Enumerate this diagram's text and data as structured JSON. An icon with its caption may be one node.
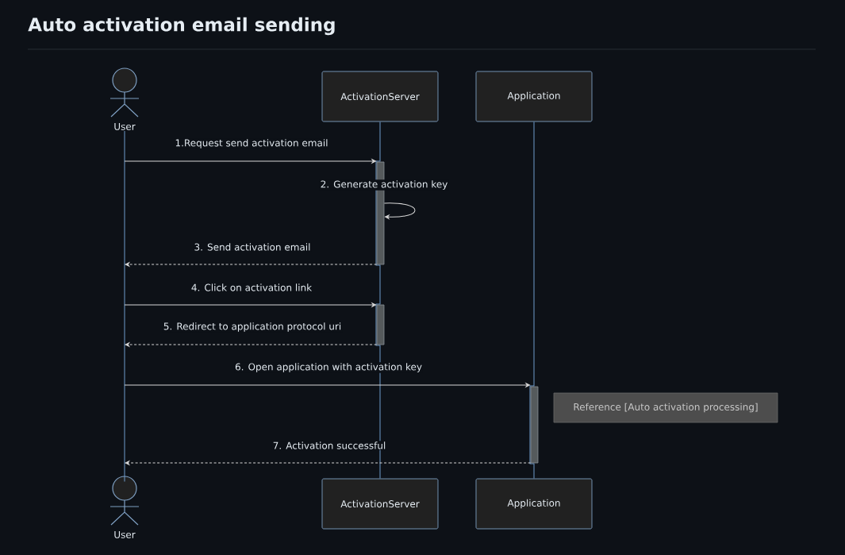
{
  "diagram": {
    "title": "Auto activation email sending",
    "nodes": [
      {
        "text": [
          "User"
        ]
      },
      {
        "text": [
          "ActivationServer"
        ]
      },
      {
        "text": [
          "Application"
        ]
      },
      {
        "text": [],
        "shape": "bar"
      },
      {
        "text": [],
        "shape": "bar"
      },
      {
        "text": [],
        "shape": "bar"
      },
      {
        "text": [
          "Reference [Auto activation processing]"
        ]
      },
      {
        "text": [
          "User"
        ]
      },
      {
        "text": [
          "ActivationServer"
        ]
      },
      {
        "text": [
          "Application"
        ]
      }
    ],
    "edges": [
      {
        "from": null,
        "to": 3,
        "arrow": "to",
        "label": "1.Request send activation email"
      },
      {
        "from": 3,
        "to": 3,
        "arrow": "to",
        "label": "2. Generate activation key"
      },
      {
        "from": 3,
        "to": null,
        "arrow": "to",
        "label": "3. Send activation email",
        "style": "dashed"
      },
      {
        "from": null,
        "to": 4,
        "arrow": "to",
        "label": "4. Click on activation link"
      },
      {
        "from": 4,
        "to": null,
        "arrow": "to",
        "label": "5. Redirect to application protocol uri",
        "style": "dashed"
      },
      {
        "from": null,
        "to": 5,
        "arrow": "to",
        "label": "6. Open application with activation key"
      },
      {
        "from": 5,
        "to": null,
        "arrow": "to",
        "label": "7. Activation successful",
        "style": "dashed"
      },
      {
        "from": 0,
        "to": 7,
        "arrow": "none",
        "color": "#6e9ccc"
      },
      {
        "from": 1,
        "to": 8,
        "arrow": "none",
        "color": "#6e9ccc"
      },
      {
        "from": 2,
        "to": 9,
        "arrow": "none",
        "color": "#6e9ccc"
      }
    ]
  }
}
